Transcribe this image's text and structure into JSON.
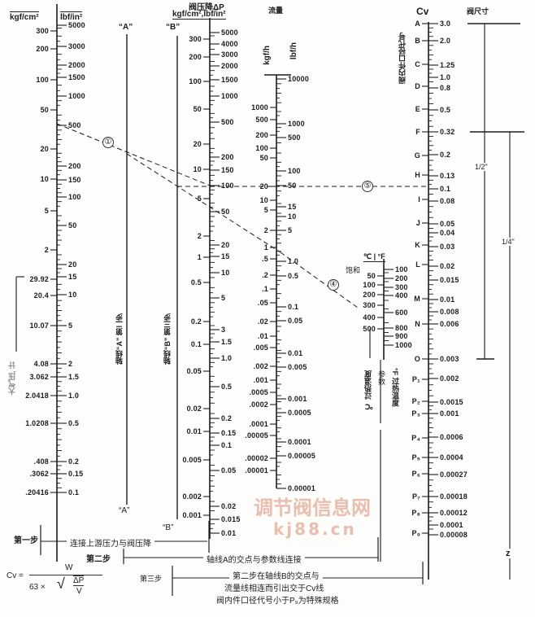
{
  "watermark": {
    "line1": "调节阀信息网",
    "line2": "kj88.cn"
  },
  "headers": {
    "upstream_units_left": "kgf/cm²",
    "upstream_units_right": "lbf/in²",
    "dp_title": "阀压降ΔP",
    "dp_units": "kgf/cm²,lbf/in²",
    "flow_title": "流量",
    "flow_units_left": "kgf/h",
    "flow_units_right": "lbf/h",
    "temp_units": "℃ | °F",
    "saturated": "饱和",
    "cv_title": "Cv",
    "valve_size_title": "阀尺寸",
    "trim_code": "阀内件口径代号",
    "atm_label": "大气压, 计",
    "axis_a_top": "“A”",
    "axis_a_bottom": "“A”",
    "axis_b_top": "“B”",
    "axis_b_bottom": "“B”",
    "axis_a_label": "轴线“A” 第二步",
    "axis_b_label": "轴线“B” 第三步",
    "temp_c_label": "℃ 过热温度",
    "temp_param": "参数",
    "temp_f_label": "°F 过热温度",
    "size_half": "1/2\"",
    "size_quarter": "1/4\"",
    "size_z": "z"
  },
  "markers": {
    "m1": "①",
    "m4": "④",
    "m5": "⑤"
  },
  "axes": {
    "p1": {
      "left": [
        "300",
        "200",
        "100",
        "50",
        "20",
        "10",
        "5",
        "2",
        "29.92",
        "20.4",
        "10.07",
        "4.08",
        "3.062",
        "2.0418",
        "1.0208",
        ".408",
        ".3062",
        ".20416"
      ],
      "right": [
        "5000",
        "3000",
        "2000",
        "1500",
        "1000",
        "500",
        "200",
        "150",
        "100",
        "50",
        "20",
        "15",
        "10",
        "5",
        "2",
        "1.5",
        "1.0",
        "0.5",
        "0.2",
        "0.15",
        "0.1"
      ]
    },
    "dp": {
      "left": [
        "300",
        "200",
        "100",
        "50",
        "20",
        "10",
        "5",
        "2",
        "1",
        "0.5",
        "0.2",
        "0.1",
        "0.05",
        "0.02",
        "0.01",
        "0.005",
        "0.002",
        "0.001"
      ],
      "right": [
        "5000",
        "4000",
        "3000",
        "2000",
        "1500",
        "1000",
        "500",
        "200",
        "150",
        "100",
        "50",
        "20",
        "15",
        "10",
        "5",
        "3",
        "1.5",
        "1.0",
        "0.5",
        "0.2",
        "0.15",
        "0.1",
        "0.05",
        "0.02",
        "0.015",
        "0.01"
      ]
    },
    "fl": {
      "left": [
        "1000",
        "500",
        "200",
        "100",
        "50",
        "20",
        "10",
        "5",
        "2",
        "1",
        ".5",
        ".2",
        ".1",
        ".05",
        ".02",
        ".01",
        ".005",
        ".002",
        ".001",
        ".0005",
        ".0002",
        ".0001",
        ".00005",
        ".00002",
        ".00001"
      ],
      "right": [
        "10000",
        "1000",
        "500",
        "100",
        "50",
        "15",
        "10",
        "5",
        "1.0",
        "0.5",
        "0.1",
        "0.05",
        "0.01",
        "0.005",
        "0.001",
        "0.0005",
        "0.0001",
        "0.00005",
        "0.00001"
      ]
    },
    "tp": {
      "left": [
        "50",
        "100",
        "200",
        "300",
        "400",
        "500"
      ],
      "right": [
        "100",
        "200",
        "300",
        "400",
        "600",
        "800",
        "900",
        "1000"
      ]
    },
    "cv": {
      "left": [
        "A",
        "B",
        "C",
        "D",
        "E",
        "F",
        "G",
        "H",
        "I",
        "J",
        "K",
        "L",
        "M",
        "N",
        "O",
        "P₁",
        "P₂",
        "P₃",
        "P₄",
        "P₅",
        "P₆",
        "P₇",
        "P₈",
        "P₉"
      ],
      "right": [
        "3.0",
        "2.0",
        "1.25",
        "1.0",
        "0.8",
        "0.5",
        "0.32",
        "0.2",
        "0.13",
        "0.1",
        "0.08",
        "0.05",
        "0.04",
        "0.03",
        "0.02",
        "0.015",
        "0.01",
        "0.008",
        "0.006",
        "0.003",
        "0.002",
        "0.0015",
        "0.001",
        "0.0006",
        "0.0004",
        "0.00027",
        "0.00018",
        "0.00012",
        "0.0001",
        "0.00008"
      ]
    }
  },
  "steps": {
    "step1_label": "第一步",
    "step1_text": "连接上游压力与阀压降",
    "step2_label": "第二步",
    "step2_text": "轴线A的交点与参数线连接",
    "step3_label": "第三步",
    "step3_text_1": "第二步在轴线B的交点与",
    "step3_text_2": "流量线相连而引出交于Cv线",
    "step3_text_3": "阀内件口径代号小于P₉为特殊规格"
  },
  "formula": {
    "lhs": "Cv =",
    "numerator": "W",
    "denominator_prefix": "63 ×",
    "sqrt_num": "ΔP",
    "sqrt_den": "V"
  }
}
